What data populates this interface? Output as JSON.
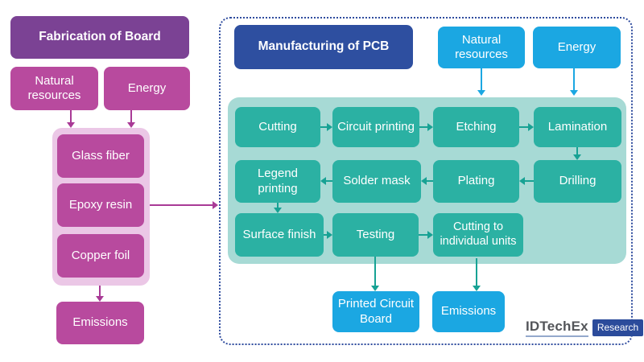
{
  "left": {
    "header": "Fabrication of Board",
    "natural_resources": "Natural resources",
    "energy": "Energy",
    "glass_fiber": "Glass fiber",
    "epoxy_resin": "Epoxy resin",
    "copper_foil": "Copper foil",
    "emissions": "Emissions"
  },
  "right": {
    "header": "Manufacturing of PCB",
    "natural_resources": "Natural resources",
    "energy": "Energy",
    "steps": {
      "cutting": "Cutting",
      "circuit_printing": "Circuit printing",
      "etching": "Etching",
      "lamination": "Lamination",
      "drilling": "Drilling",
      "plating": "Plating",
      "solder_mask": "Solder mask",
      "legend_printing": "Legend printing",
      "surface_finish": "Surface finish",
      "testing": "Testing",
      "cutting_units": "Cutting to individual units"
    },
    "printed_circuit_board": "Printed Circuit Board",
    "emissions": "Emissions"
  },
  "logo": {
    "brand": "IDTechEx",
    "badge": "Research"
  },
  "colors": {
    "purple_header": "#7B4294",
    "magenta_box": "#B84A9E",
    "pink_container": "#EBC7E6",
    "magenta_arrow": "#A93A96",
    "blue_header": "#2E4FA0",
    "blue_box": "#1BA7E2",
    "teal_container": "#A7DAD5",
    "teal_box": "#2BB1A3",
    "teal_arrow": "#17A294",
    "dashed_border": "#2F4C9E",
    "logo_text": "#54565A",
    "logo_badge_bg": "#2B4B9B"
  }
}
